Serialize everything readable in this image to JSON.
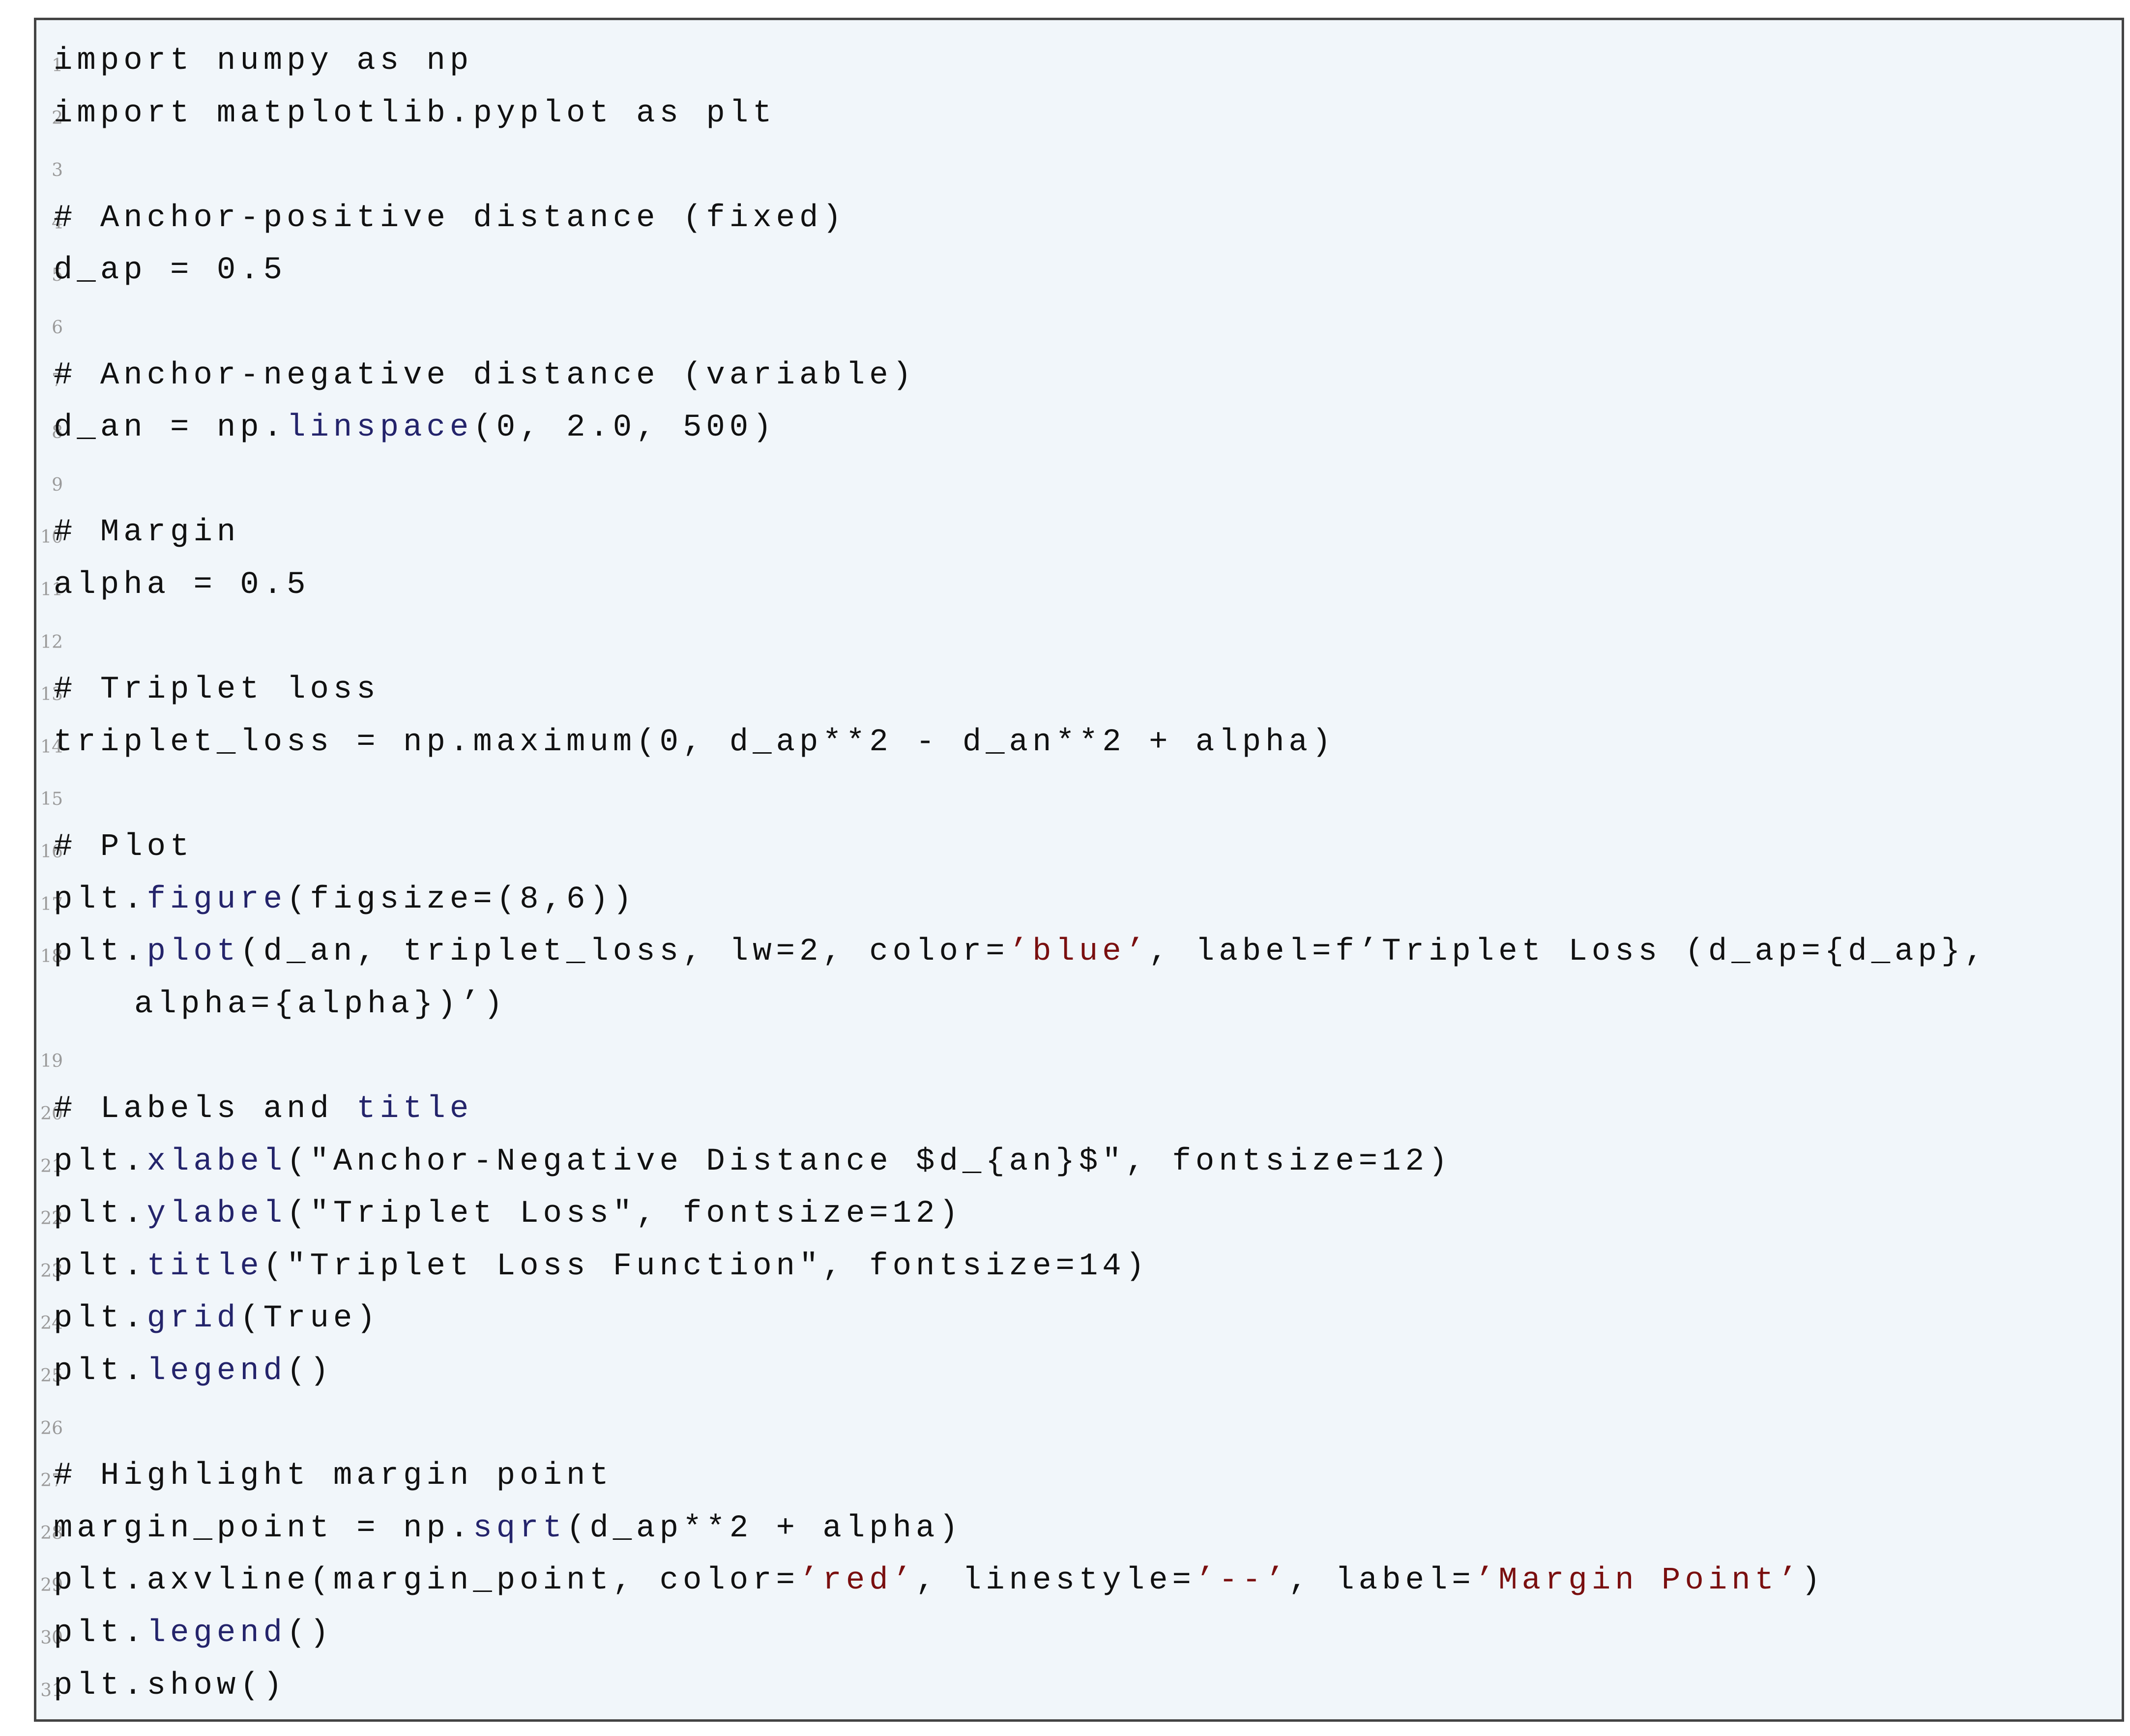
{
  "colors": {
    "background": "#f1f6fa",
    "border": "#444444",
    "text": "#111111",
    "function": "#24246b",
    "string": "#7a0f0f",
    "line_number": "#9a9a9a"
  },
  "lines": [
    {
      "n": "1",
      "segments": [
        {
          "t": "import numpy as np"
        }
      ]
    },
    {
      "n": "2",
      "segments": [
        {
          "t": "import matplotlib.pyplot as plt"
        }
      ]
    },
    {
      "n": "3",
      "segments": []
    },
    {
      "n": "4",
      "segments": [
        {
          "t": "# Anchor-positive distance (fixed)"
        }
      ]
    },
    {
      "n": "5",
      "segments": [
        {
          "t": "d_ap = 0.5"
        }
      ]
    },
    {
      "n": "6",
      "segments": []
    },
    {
      "n": "7",
      "segments": [
        {
          "t": "# Anchor-negative distance (variable)"
        }
      ]
    },
    {
      "n": "8",
      "segments": [
        {
          "t": "d_an = np."
        },
        {
          "t": "linspace",
          "k": "fn"
        },
        {
          "t": "(0, 2.0, 500)"
        }
      ]
    },
    {
      "n": "9",
      "segments": []
    },
    {
      "n": "10",
      "segments": [
        {
          "t": "# Margin"
        }
      ]
    },
    {
      "n": "11",
      "segments": [
        {
          "t": "alpha = 0.5"
        }
      ]
    },
    {
      "n": "12",
      "segments": []
    },
    {
      "n": "13",
      "segments": [
        {
          "t": "# Triplet loss"
        }
      ]
    },
    {
      "n": "14",
      "segments": [
        {
          "t": "triplet_loss = np.maximum(0, d_ap**2 - d_an**2 + alpha)"
        }
      ]
    },
    {
      "n": "15",
      "segments": []
    },
    {
      "n": "16",
      "segments": [
        {
          "t": "# Plot"
        }
      ]
    },
    {
      "n": "17",
      "segments": [
        {
          "t": "plt."
        },
        {
          "t": "figure",
          "k": "fn"
        },
        {
          "t": "(figsize=(8,6))"
        }
      ]
    },
    {
      "n": "18",
      "segments": [
        {
          "t": "plt."
        },
        {
          "t": "plot",
          "k": "fn"
        },
        {
          "t": "(d_an, triplet_loss, lw=2, color="
        },
        {
          "t": "’blue’",
          "k": "str"
        },
        {
          "t": ", label=f’Triplet Loss (d_ap={d_ap},"
        }
      ]
    },
    {
      "n": "",
      "cont": true,
      "segments": [
        {
          "t": "alpha={alpha})’)"
        }
      ]
    },
    {
      "n": "19",
      "segments": []
    },
    {
      "n": "20",
      "segments": [
        {
          "t": "# Labels and "
        },
        {
          "t": "title",
          "k": "fn"
        }
      ]
    },
    {
      "n": "21",
      "segments": [
        {
          "t": "plt."
        },
        {
          "t": "xlabel",
          "k": "fn"
        },
        {
          "t": "(\"Anchor-Negative Distance $d_{an}$\", fontsize=12)"
        }
      ]
    },
    {
      "n": "22",
      "segments": [
        {
          "t": "plt."
        },
        {
          "t": "ylabel",
          "k": "fn"
        },
        {
          "t": "(\"Triplet Loss\", fontsize=12)"
        }
      ]
    },
    {
      "n": "23",
      "segments": [
        {
          "t": "plt."
        },
        {
          "t": "title",
          "k": "fn"
        },
        {
          "t": "(\"Triplet Loss Function\", fontsize=14)"
        }
      ]
    },
    {
      "n": "24",
      "segments": [
        {
          "t": "plt."
        },
        {
          "t": "grid",
          "k": "fn"
        },
        {
          "t": "(True)"
        }
      ]
    },
    {
      "n": "25",
      "segments": [
        {
          "t": "plt."
        },
        {
          "t": "legend",
          "k": "fn"
        },
        {
          "t": "()"
        }
      ]
    },
    {
      "n": "26",
      "segments": []
    },
    {
      "n": "27",
      "segments": [
        {
          "t": "# Highlight margin point"
        }
      ]
    },
    {
      "n": "28",
      "segments": [
        {
          "t": "margin_point = np."
        },
        {
          "t": "sqrt",
          "k": "fn"
        },
        {
          "t": "(d_ap**2 + alpha)"
        }
      ]
    },
    {
      "n": "29",
      "segments": [
        {
          "t": "plt.axvline(margin_point, color="
        },
        {
          "t": "’red’",
          "k": "str"
        },
        {
          "t": ", linestyle="
        },
        {
          "t": "’--’",
          "k": "str"
        },
        {
          "t": ", label="
        },
        {
          "t": "’Margin Point’",
          "k": "str"
        },
        {
          "t": ")"
        }
      ]
    },
    {
      "n": "30",
      "segments": [
        {
          "t": "plt."
        },
        {
          "t": "legend",
          "k": "fn"
        },
        {
          "t": "()"
        }
      ]
    },
    {
      "n": "31",
      "segments": [
        {
          "t": "plt.show()"
        }
      ]
    }
  ]
}
